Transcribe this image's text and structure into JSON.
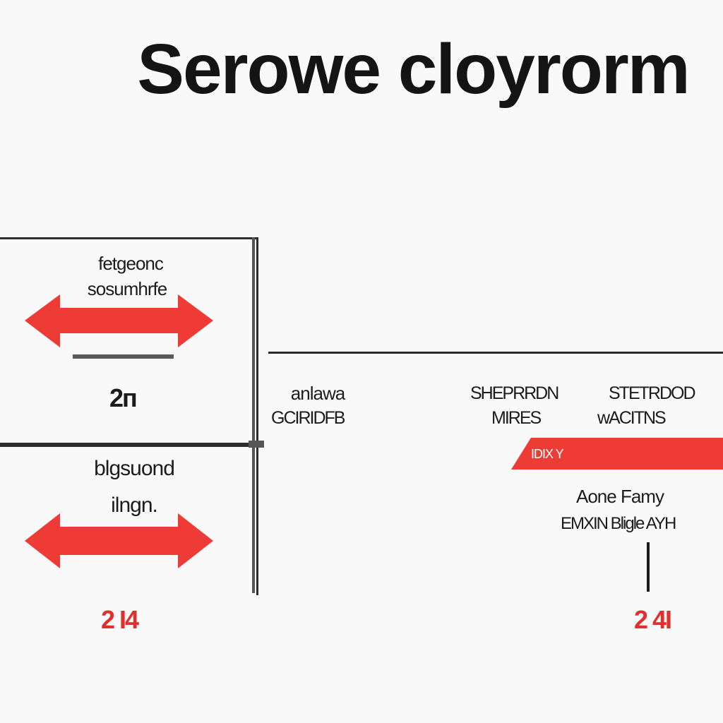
{
  "title": "Serowe cloyrorm",
  "left_panel": {
    "top": {
      "label_line1": "fetgeonc",
      "label_line2": "sosumhrfe",
      "value": "2п"
    },
    "bottom": {
      "label_line1": "blgsuond",
      "label_line2": "ilngn."
    },
    "footer_value": "2 I4"
  },
  "timeline": {
    "col1": {
      "line1": "anlawa",
      "line2": "GCIRIDFB"
    },
    "col2": {
      "line1": "SHEPRRDN",
      "line2": "MIRES"
    },
    "col3": {
      "line1": "STETRDOD",
      "line2": "wACITNS"
    },
    "bar_label": "IDIX Y",
    "callout": {
      "line1": "Aone  Famy",
      "line2": "EMXIN  Bligle  AYH"
    },
    "footer_value": "2 4I"
  },
  "colors": {
    "accent_red": "#ef3b36",
    "line_dark": "#2a2a2a"
  }
}
